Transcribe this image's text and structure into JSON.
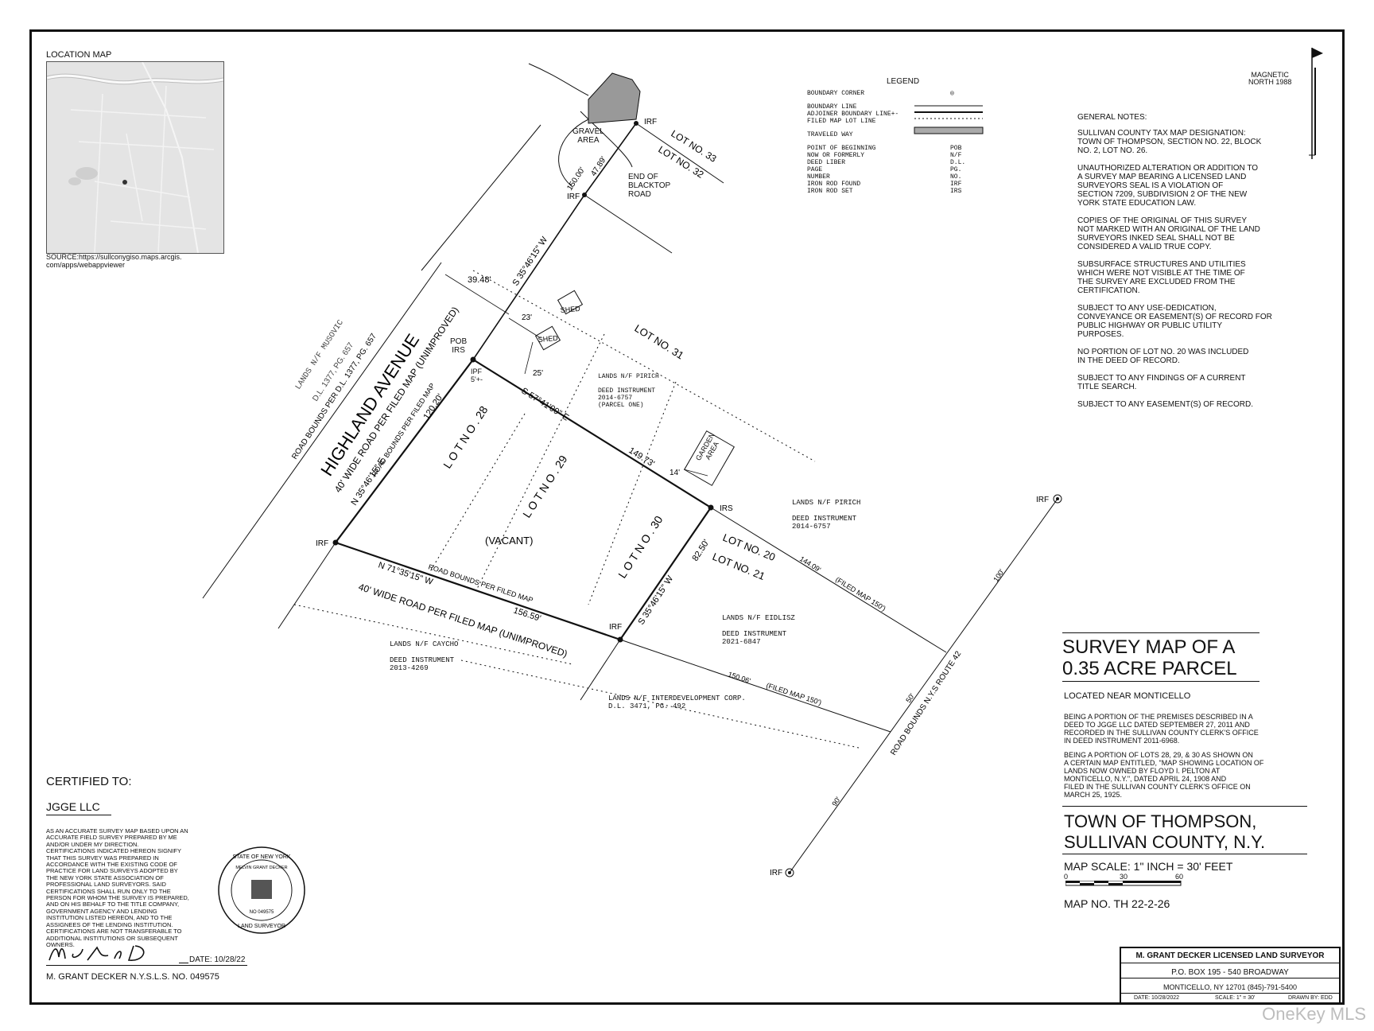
{
  "location_map": {
    "title": "LOCATION MAP",
    "source": "SOURCE:https://sullconygiso.maps.arcgis.\ncom/apps/webappviewer"
  },
  "north": {
    "label": "MAGNETIC\nNORTH 1988"
  },
  "legend": {
    "title": "LEGEND",
    "rows": [
      {
        "label": "BOUNDARY CORNER",
        "symbol": "◎"
      },
      {
        "label": "BOUNDARY LINE",
        "symbol": ""
      },
      {
        "label": "ADJOINER BOUNDARY LINE+-",
        "symbol": ""
      },
      {
        "label": "FILED MAP LOT LINE",
        "symbol": ""
      },
      {
        "label": "TRAVELED WAY",
        "symbol": ""
      },
      {
        "label": "POINT OF BEGINNING",
        "symbol": "POB"
      },
      {
        "label": "NOW OR FORMERLY",
        "symbol": "N/F"
      },
      {
        "label": "DEED LIBER",
        "symbol": "D.L."
      },
      {
        "label": "PAGE",
        "symbol": "PG."
      },
      {
        "label": "NUMBER",
        "symbol": "NO."
      },
      {
        "label": "IRON ROD FOUND",
        "symbol": "IRF"
      },
      {
        "label": "IRON ROD SET",
        "symbol": "IRS"
      }
    ]
  },
  "general_notes": {
    "title": "GENERAL NOTES:",
    "items": [
      "SULLIVAN COUNTY TAX MAP DESIGNATION:\nTOWN OF THOMPSON, SECTION NO. 22, BLOCK\nNO. 2, LOT NO. 26.",
      "UNAUTHORIZED ALTERATION OR ADDITION TO\nA SURVEY MAP BEARING A LICENSED LAND\nSURVEYORS SEAL IS A VIOLATION OF\nSECTION 7209, SUBDIVISION 2 OF THE NEW\nYORK STATE EDUCATION LAW.",
      "COPIES OF THE ORIGINAL OF THIS SURVEY\nNOT MARKED WITH AN ORIGINAL OF THE LAND\nSURVEYORS INKED SEAL SHALL NOT BE\nCONSIDERED A VALID TRUE COPY.",
      "SUBSURFACE STRUCTURES AND UTILITIES\nWHICH WERE NOT VISIBLE AT THE TIME OF\nTHE SURVEY ARE EXCLUDED FROM THE\nCERTIFICATION.",
      "SUBJECT TO ANY USE-DEDICATION,\nCONVEYANCE OR EASEMENT(S) OF RECORD FOR\nPUBLIC HIGHWAY OR PUBLIC UTILITY\nPURPOSES.",
      "NO PORTION OF LOT NO. 20 WAS INCLUDED\nIN THE DEED OF RECORD.",
      "SUBJECT TO ANY FINDINGS OF A CURRENT\nTITLE SEARCH.",
      "SUBJECT TO ANY EASEMENT(S) OF RECORD."
    ]
  },
  "map_labels": {
    "highland": "HIGHLAND AVENUE",
    "highland_sub": "40' WIDE ROAD PER FILED MAP (UNIMPROVED)",
    "road_bounds_dl": "ROAD BOUNDS PER D.L. 1377, PG. 657",
    "lands_musovic": "LANDS N/F MUSOVIC",
    "musovic_dl": "D.L. 1377, PG. 657",
    "road_bounds_filed": "ROAD BOUNDS PER FILED MAP",
    "bearing_west": "N 35°46'15\" E",
    "dist_west": "120.20'",
    "bearing_north_ext": "S 35°46'15\" W",
    "dist_north_ext": "150.00'",
    "dist_4789": "47.89'",
    "bearing_top": "S 57°41'00\" E",
    "dist_top": "149.73'",
    "bearing_east": "S 35°46'15\" W",
    "dist_east": "82.50'",
    "bearing_south": "N 71°35'15\" W",
    "dist_south": "156.59'",
    "road_bounds_filed2": "ROAD BOUNDS PER FILED MAP",
    "south_road": "40' WIDE ROAD PER FILED MAP (UNIMPROVED)",
    "dist_3948": "39.48'",
    "dist_23": "23'",
    "dist_25": "25'",
    "dist_14": "14'",
    "pob": "POB\nIRS",
    "ipf": "IPF\n5'+-",
    "irf": "IRF",
    "irs": "IRS",
    "shed": "SHED",
    "garden": "GARDEN\nAREA",
    "gravel": "GRAVEL\nAREA",
    "blacktop": "END OF\nBLACKTOP\nROAD",
    "lot28": "L O T   N O .   28",
    "lot29": "L O T   N O .   29",
    "lot30": "L O T   N O .   30",
    "lot31": "LOT NO. 31",
    "lot32": "LOT NO. 32",
    "lot33": "LOT NO. 33",
    "lot20": "LOT NO. 20",
    "lot21": "LOT NO. 21",
    "vacant": "(VACANT)",
    "pirich1": "LANDS N/F PIRICH\n\nDEED INSTRUMENT\n2014-6757\n(PARCEL ONE)",
    "pirich2": "LANDS N/F PIRICH\n\nDEED INSTRUMENT\n2014-6757",
    "eidlisz": "LANDS N/F EIDLISZ\n\nDEED INSTRUMENT\n2021-6847",
    "caycho": "LANDS N/F CAYCHO\n\nDEED INSTRUMENT\n2013-4269",
    "interdev": "LANDS N/F INTERDEVELOPMENT CORP.\nD.L. 3471, PG. 492",
    "dist_14409": "144.09'",
    "filed150a": "(FILED MAP 150')",
    "dist_15006": "150.06'",
    "filed150b": "(FILED MAP 150')",
    "route42": "ROAD BOUNDS N.Y.S ROUTE 42",
    "d100": "100'",
    "d50": "50'",
    "d90": "90'"
  },
  "title_block": {
    "title": "SURVEY MAP OF A\n0.35 ACRE PARCEL",
    "located": "LOCATED NEAR MONTICELLO",
    "desc1": "BEING A PORTION OF THE PREMISES DESCRIBED IN A\nDEED TO JGGE LLC DATED SEPTEMBER 27, 2011 AND\nRECORDED IN THE SULLIVAN COUNTY CLERK'S OFFICE\nIN DEED INSTRUMENT 2011-6968.",
    "desc2": "BEING A PORTION OF LOTS 28, 29, & 30 AS SHOWN ON\nA CERTAIN MAP ENTITLED, \"MAP SHOWING LOCATION OF\nLANDS NOW OWNED BY FLOYD I. PELTON AT\nMONTICELLO, N.Y.\", DATED APRIL 24, 1908 AND\nFILED IN THE SULLIVAN COUNTY CLERK'S OFFICE ON\nMARCH 25, 1925.",
    "town": "TOWN OF THOMPSON,\nSULLIVAN COUNTY, N.Y.",
    "scale": "MAP SCALE:  1\" INCH = 30' FEET",
    "scale_ticks": [
      "0",
      "30",
      "60"
    ],
    "map_no": "MAP NO. TH 22-2-26"
  },
  "certification": {
    "title": "CERTIFIED TO:",
    "to": "JGGE LLC",
    "text": "AS AN ACCURATE SURVEY MAP BASED UPON AN\nACCURATE FIELD SURVEY PREPARED BY ME\nAND/OR UNDER MY DIRECTION.\nCERTIFICATIONS INDICATED HEREON SIGNIFY\nTHAT THIS SURVEY WAS PREPARED IN\nACCORDANCE WITH THE EXISTING CODE OF\nPRACTICE FOR LAND SURVEYS ADOPTED BY\nTHE NEW YORK STATE ASSOCIATION OF\nPROFESSIONAL LAND SURVEYORS. SAID\nCERTIFICATIONS SHALL RUN ONLY TO THE\nPERSON FOR WHOM THE SURVEY IS PREPARED,\nAND ON HIS BEHALF TO THE TITLE COMPANY,\nGOVERNMENT AGENCY AND LENDING\nINSTITUTION LISTED HEREON, AND TO THE\nASSIGNEES OF THE LENDING INSTITUTION.\nCERTIFICATIONS ARE NOT TRANSFERABLE TO\nADDITIONAL INSTITUTIONS OR SUBSEQUENT\nOWNERS.",
    "date": "DATE: 10/28/22",
    "surveyor": "M. GRANT DECKER N.Y.S.L.S. NO. 049575",
    "seal_top": "STATE OF NEW YORK",
    "seal_name": "MELVIN GRANT DECKER",
    "seal_no": "NO 049575",
    "seal_bottom": "LAND SURVEYOR"
  },
  "surveyor_block": {
    "name": "M. GRANT DECKER LICENSED LAND SURVEYOR",
    "address": "P.O. BOX 195 - 540 BROADWAY",
    "city": "MONTICELLO, NY 12701  (845)-791-5400",
    "date": "DATE: 10/28/2022",
    "scale": "SCALE: 1\" = 30'",
    "drawn": "DRAWN BY: EDD"
  },
  "watermark": "OneKey MLS"
}
